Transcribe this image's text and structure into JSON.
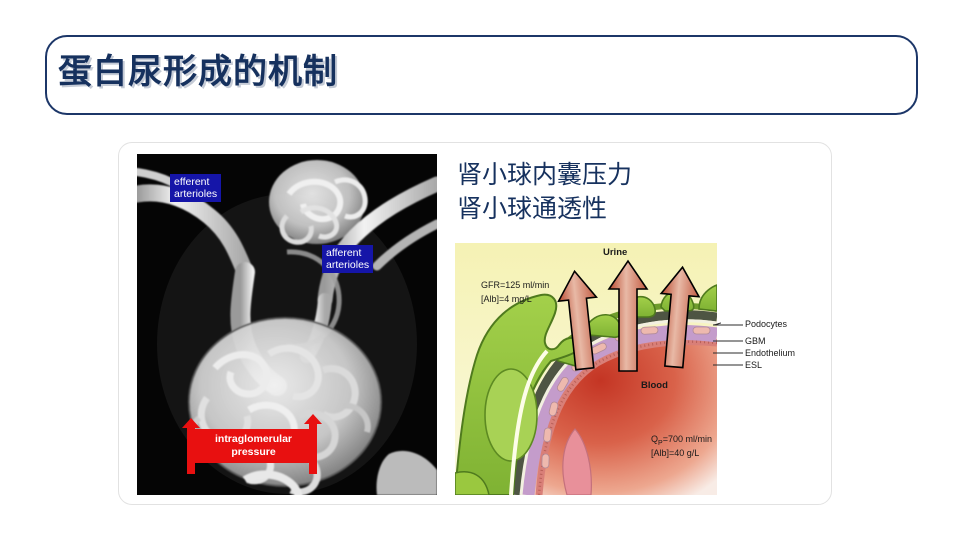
{
  "slide": {
    "title": "蛋白尿形成的机制",
    "title_color": "#16315e",
    "border_color": "#1c3668",
    "background": "#ffffff"
  },
  "notes": {
    "line1": "肾小球内囊压力",
    "line2": "肾小球通透性",
    "color": "#16315e"
  },
  "sem_image": {
    "caption_efferent": "efferent\narterioles",
    "caption_afferent": "afferent\narterioles",
    "caption_pressure": "intraglomerular\npressure",
    "label_bg": "#1515a8",
    "pressure_bg": "#e81010"
  },
  "barrier_diagram": {
    "urine_label": "Urine",
    "blood_label": "Blood",
    "gfr": "GFR=125 ml/min",
    "alb_urine": "[Alb]=4 mg/L",
    "qp_prefix": "Q",
    "qp_sub": "P",
    "qp_value": "=700 ml/min",
    "alb_blood": "[Alb]=40 g/L",
    "layers": {
      "podocytes": "Podocytes",
      "gbm": "GBM",
      "endothelium": "Endothelium",
      "esl": "ESL"
    },
    "colors": {
      "urine_space": "#f2f0b8",
      "podocyte_green": "#8dc63f",
      "gbm_dark": "#4a5240",
      "endothelium_purple": "#c9a3cf",
      "esl_pink": "#e8a7a7",
      "blood_red": "#c73b28",
      "arrow_red": "#c4563f"
    }
  }
}
